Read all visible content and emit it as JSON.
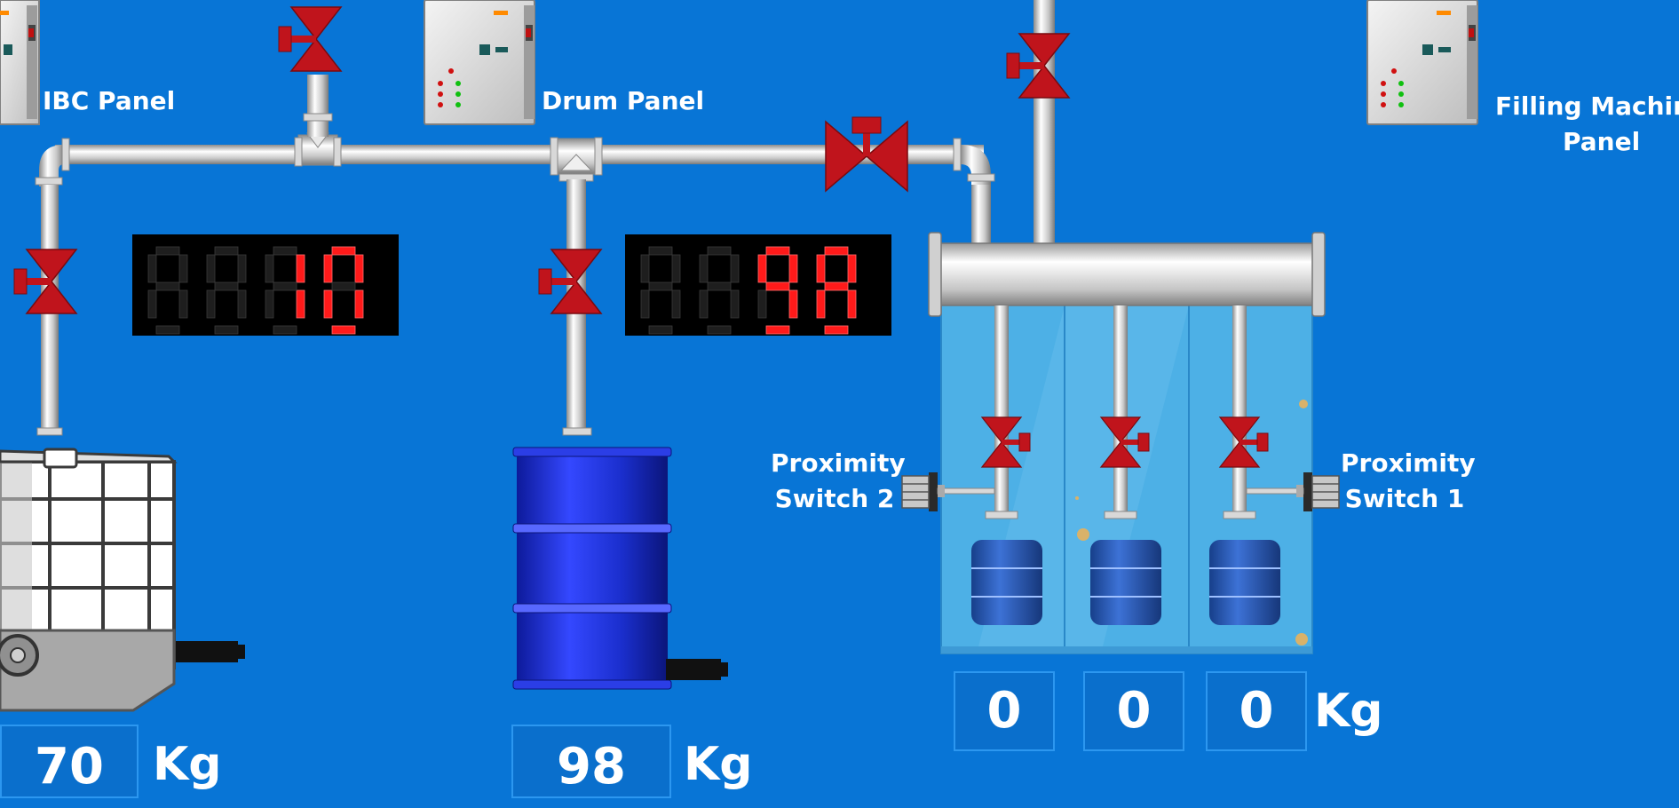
{
  "colors": {
    "background": "#0875D6",
    "valve": "#C0141C",
    "digit_on": "#FF1A1A",
    "digit_off": "#1E1E1E",
    "drum_blue": "#1A2ECC",
    "machine_glass": "#4DB0E6"
  },
  "panels": {
    "ibc_label": "IBC Panel",
    "drum_label": "Drum Panel",
    "filling_label_line1": "Filling Machine",
    "filling_label_line2": "Panel"
  },
  "displays": {
    "ibc_digits": "10",
    "drum_digits": "98"
  },
  "sensors": {
    "prox2_line1": "Proximity",
    "prox2_line2": "Switch 2",
    "prox1_line1": "Proximity",
    "prox1_line2": "Switch 1"
  },
  "weights": {
    "ibc_value": "70",
    "ibc_unit": "Kg",
    "drum_value": "98",
    "drum_unit": "Kg",
    "fill_1": "0",
    "fill_2": "0",
    "fill_3": "0",
    "fill_unit": "Kg"
  }
}
